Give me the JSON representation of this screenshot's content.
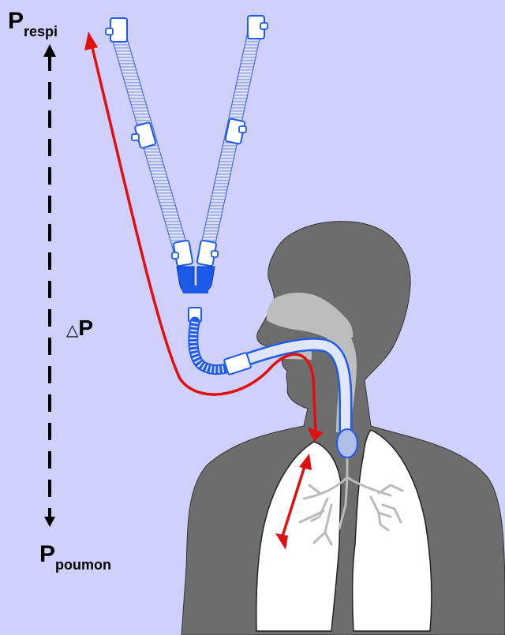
{
  "labels": {
    "p_respi_main": "P",
    "p_respi_sub": "respi",
    "p_poumon_main": "P",
    "p_poumon_sub": "poumon",
    "delta_symbol": "△",
    "delta_letter": "P"
  },
  "colors": {
    "background": "#cfd0fb",
    "body_silhouette": "#6d6d6d",
    "airway": "#bdbdbd",
    "lung_fill": "#ffffff",
    "circuit_tube": "#b8c4f0",
    "circuit_outline": "#1e5be8",
    "connector_blue": "#1a5ae6",
    "pressure_arrow": "#e01010",
    "dashed_axis": "#000000"
  },
  "icons": {
    "top_arrowhead": "arrow-up-icon",
    "bottom_arrowhead": "arrow-down-icon"
  }
}
